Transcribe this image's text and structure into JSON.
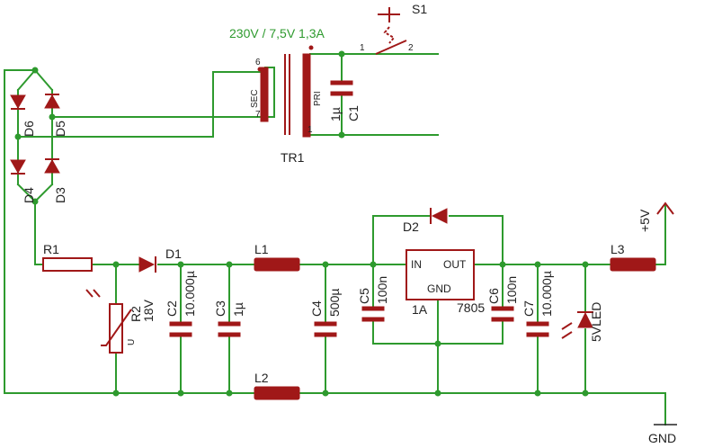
{
  "diagram": {
    "transformer": {
      "rating": "230V / 7,5V 1,3A",
      "name": "TR1",
      "sec_label": "SEC",
      "pri_label": "PRI",
      "pins": [
        "6",
        "7",
        "1"
      ]
    },
    "switch": {
      "name": "S1",
      "pins": [
        "1",
        "2"
      ]
    },
    "c1": {
      "name": "C1",
      "value": "1µ"
    },
    "d6": {
      "name": "D6"
    },
    "d5": {
      "name": "D5"
    },
    "d4": {
      "name": "D4"
    },
    "d3": {
      "name": "D3"
    },
    "r1": {
      "name": "R1"
    },
    "d1": {
      "name": "D1"
    },
    "r2": {
      "name": "R2",
      "value": "18V"
    },
    "c2": {
      "name": "C2",
      "value": "10.000µ"
    },
    "c3": {
      "name": "C3",
      "value": "1µ"
    },
    "l1": {
      "name": "L1"
    },
    "c4": {
      "name": "C4",
      "value": "500µ"
    },
    "c5": {
      "name": "C5",
      "value": "100n"
    },
    "regulator": {
      "name": "7805",
      "current": "1A",
      "in": "IN",
      "out": "OUT",
      "gnd": "GND"
    },
    "d2": {
      "name": "D2"
    },
    "c6": {
      "name": "C6",
      "value": "100n"
    },
    "c7": {
      "name": "C7",
      "value": "10.000µ"
    },
    "led": {
      "name": "5VLED"
    },
    "l3": {
      "name": "L3"
    },
    "l2": {
      "name": "L2"
    },
    "vout": {
      "label": "+5V"
    },
    "ground": {
      "label": "GND"
    }
  }
}
